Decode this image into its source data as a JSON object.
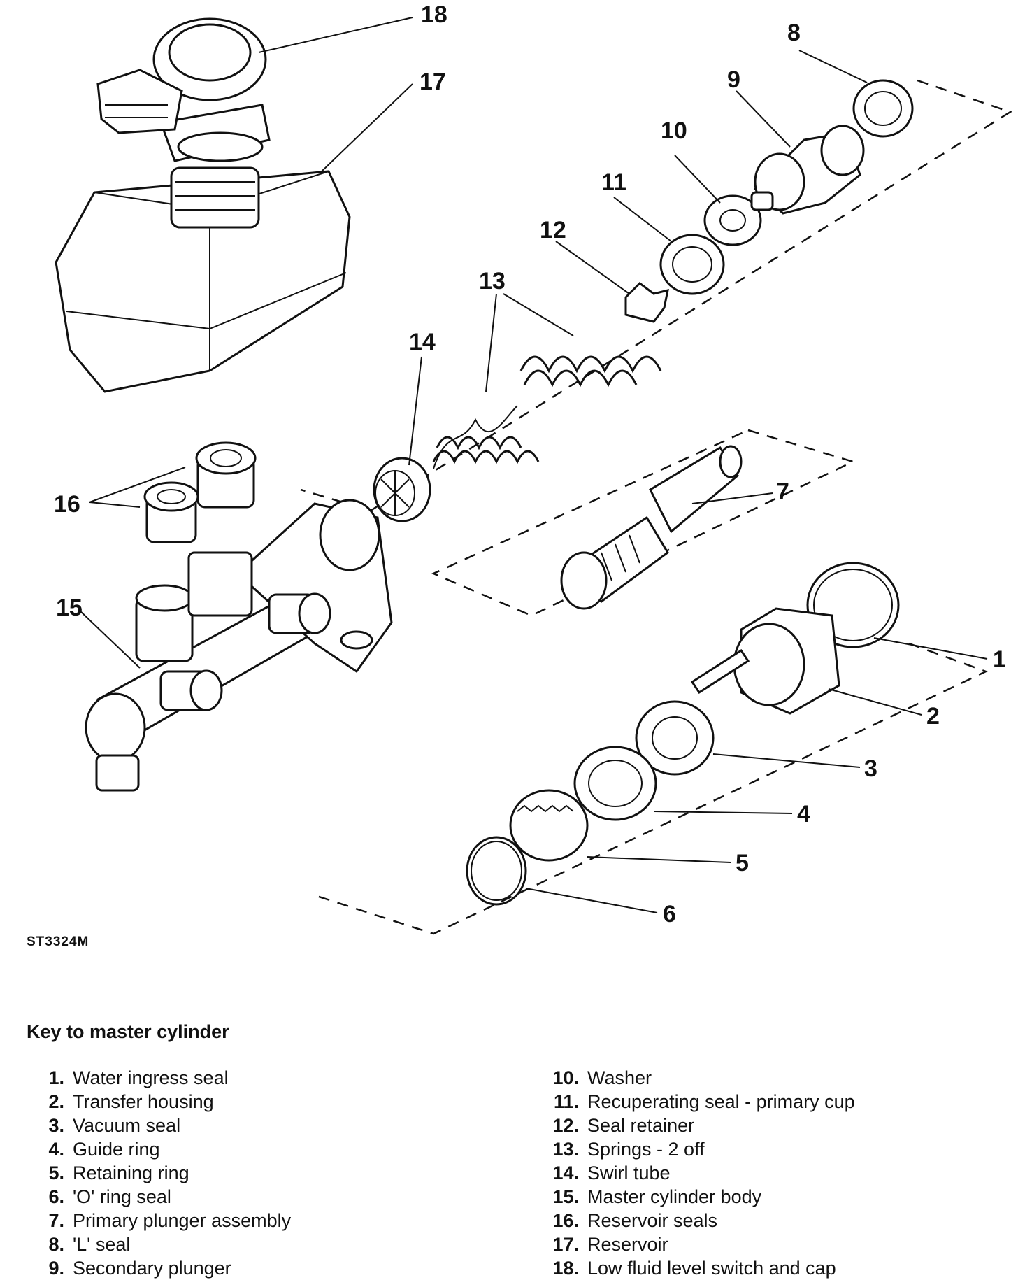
{
  "figure_ref": "ST3324M",
  "callouts": [
    "1",
    "2",
    "3",
    "4",
    "5",
    "6",
    "7",
    "8",
    "9",
    "10",
    "11",
    "12",
    "13",
    "14",
    "15",
    "16",
    "17",
    "18"
  ],
  "key": {
    "title": "Key to master cylinder",
    "left": [
      {
        "num": "1.",
        "label": "Water ingress seal"
      },
      {
        "num": "2.",
        "label": "Transfer housing"
      },
      {
        "num": "3.",
        "label": "Vacuum seal"
      },
      {
        "num": "4.",
        "label": "Guide ring"
      },
      {
        "num": "5.",
        "label": "Retaining ring"
      },
      {
        "num": "6.",
        "label": "'O' ring seal"
      },
      {
        "num": "7.",
        "label": "Primary plunger assembly"
      },
      {
        "num": "8.",
        "label": "'L' seal"
      },
      {
        "num": "9.",
        "label": "Secondary plunger"
      }
    ],
    "right": [
      {
        "num": "10.",
        "label": "Washer"
      },
      {
        "num": "11.",
        "label": "Recuperating seal - primary cup"
      },
      {
        "num": "12.",
        "label": "Seal retainer"
      },
      {
        "num": "13.",
        "label": "Springs - 2 off"
      },
      {
        "num": "14.",
        "label": "Swirl tube"
      },
      {
        "num": "15.",
        "label": "Master cylinder body"
      },
      {
        "num": "16.",
        "label": "Reservoir seals"
      },
      {
        "num": "17.",
        "label": "Reservoir"
      },
      {
        "num": "18.",
        "label": "Low fluid level switch and cap"
      }
    ]
  }
}
